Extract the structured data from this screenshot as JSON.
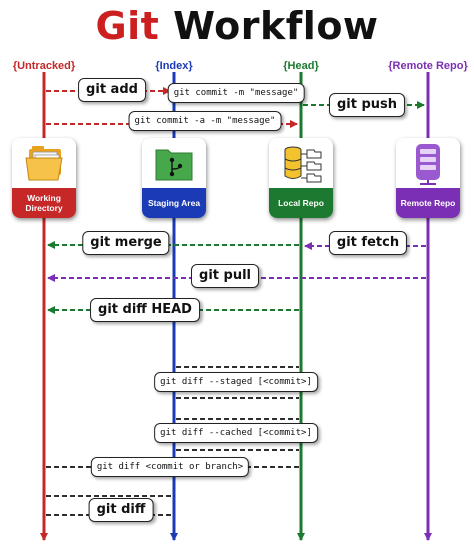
{
  "title": {
    "part1": "Git",
    "part2": "Workflow"
  },
  "colors": {
    "untracked": "#c62828",
    "index": "#1a3bb5",
    "head": "#1b7a2f",
    "remote": "#7b2fb5"
  },
  "lanes": {
    "untracked": "{Untracked}",
    "index": "{Index}",
    "head": "{Head}",
    "remote": "{Remote Repo}"
  },
  "cards": {
    "working": "Working Directory",
    "staging": "Staging Area",
    "local": "Local Repo",
    "remote": "Remote Repo"
  },
  "commands": {
    "git_add": "git add",
    "git_commit_m": "git commit -m \"message\"",
    "git_push": "git push",
    "git_commit_a_m": "git commit -a -m \"message\"",
    "git_merge": "git merge",
    "git_fetch": "git fetch",
    "git_pull": "git pull",
    "git_diff_head": "git diff HEAD",
    "git_diff_staged": "git diff --staged [<commit>]",
    "git_diff_cached": "git diff --cached [<commit>]",
    "git_diff_commit_or_branch": "git diff <commit or branch>",
    "git_diff": "git diff"
  }
}
